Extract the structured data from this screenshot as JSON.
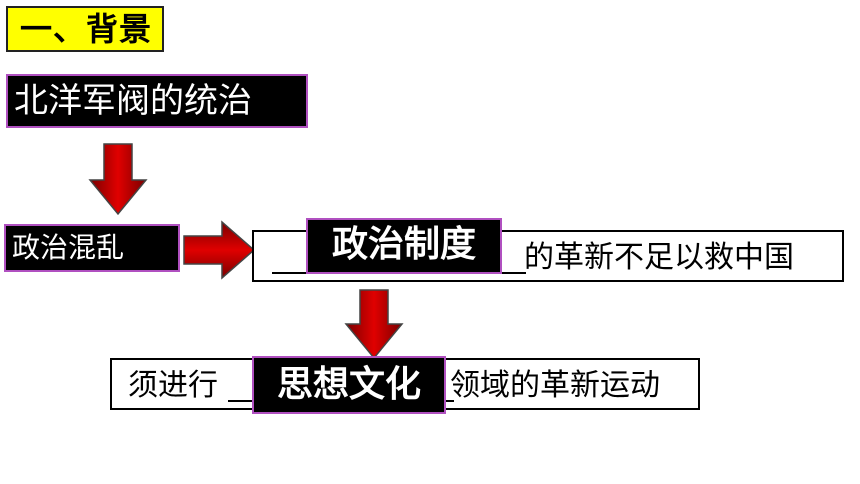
{
  "section": {
    "title": "一、背景"
  },
  "boxes": {
    "warlord_rule": "北洋军阀的统治",
    "political_chaos": "政治混乱"
  },
  "statement1": {
    "answer": "政治制度",
    "suffix": "的革新不足以救中国"
  },
  "statement2": {
    "prefix": "须进行",
    "answer": "思想文化",
    "suffix": "领域的革新运动"
  },
  "colors": {
    "title_bg": "#ffff00",
    "box_bg": "#000000",
    "box_border": "#b050c0",
    "arrow_red": "#cc0000"
  }
}
